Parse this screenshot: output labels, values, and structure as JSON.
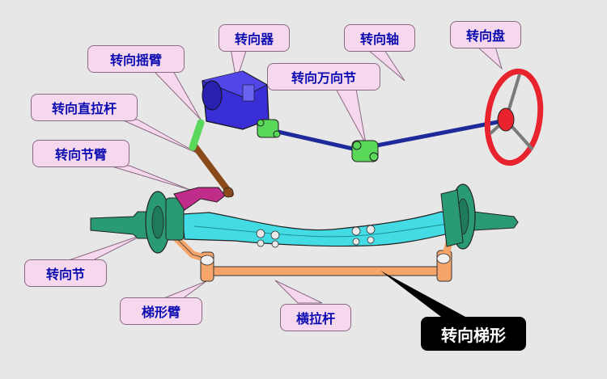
{
  "labels": {
    "steering_gear": "转向器",
    "steering_shaft": "转向轴",
    "steering_wheel": "转向盘",
    "pitman_arm": "转向摇臂",
    "universal_joint": "转向万向节",
    "drag_link": "转向直拉杆",
    "knuckle_arm": "转向节臂",
    "steering_knuckle": "转向节",
    "trapezoid_arm": "梯形臂",
    "tie_rod": "横拉杆",
    "steering_trapezoid": "转向梯形"
  },
  "colors": {
    "background": "#e7e7e7",
    "label_fill": "#f6d8ee",
    "label_text": "#0a0ab0",
    "axle": "#43dce4",
    "tie_rod": "#f5a56a",
    "steering_gear": "#3a2fd6",
    "steering_wheel": "#e8232e",
    "shaft": "#1e2a9a",
    "joint": "#59d85a",
    "knuckle": "#2a9a74",
    "knuckle_arm": "#c02c8a",
    "drag_link": "#8a4a1c"
  }
}
